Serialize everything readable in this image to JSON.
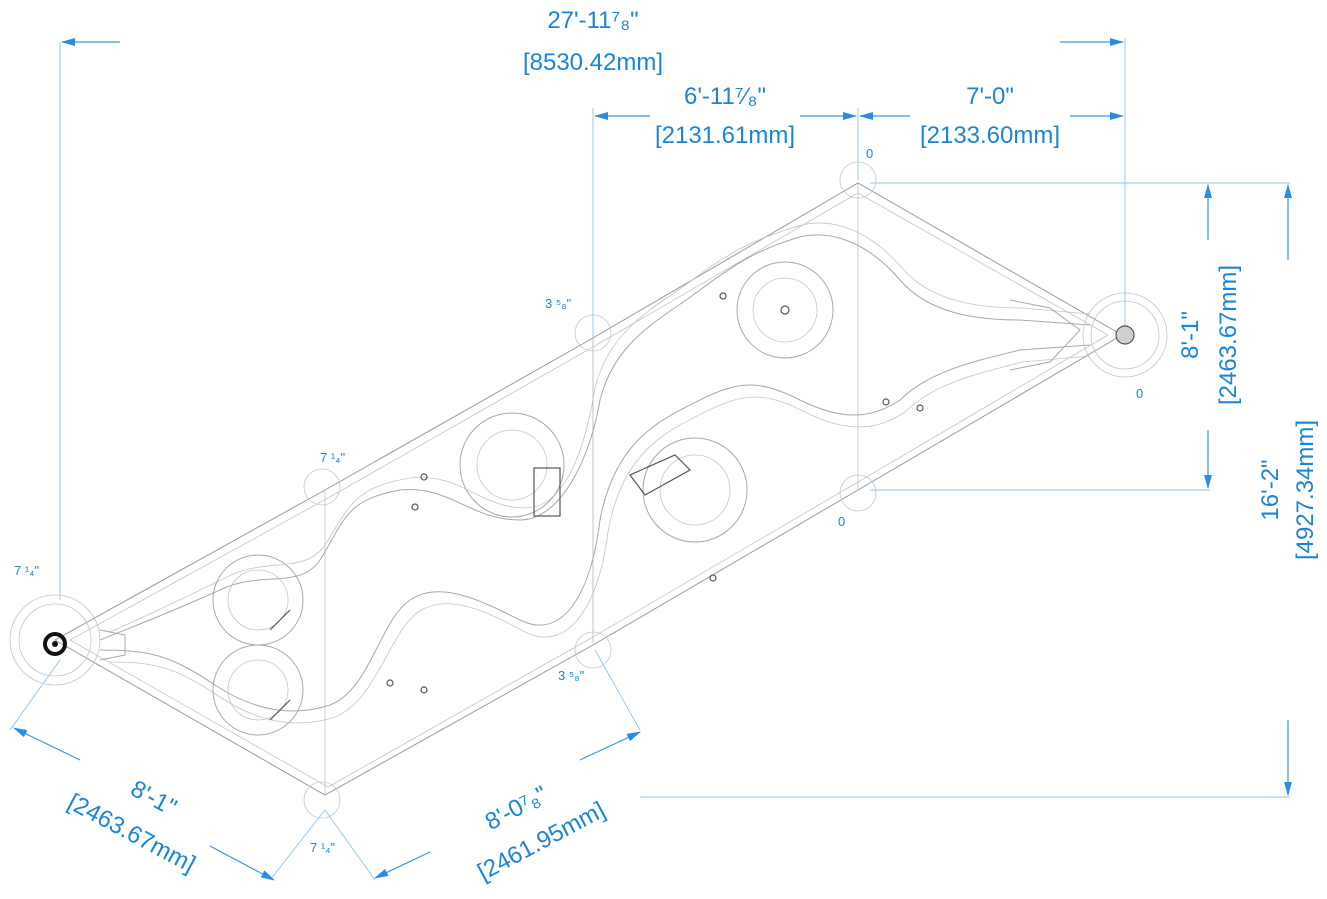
{
  "dimensions": {
    "overall_width": {
      "imperial": "27'-11⁷₈\"",
      "metric": "[8530.42mm]"
    },
    "middle_width": {
      "imperial": "6'-11⁷⁄₈\"",
      "metric": "[2131.61mm]"
    },
    "right_width": {
      "imperial": "7'-0\"",
      "metric": "[2133.60mm]"
    },
    "right_height": {
      "imperial": "8'-1\"",
      "metric": "[2463.67mm]"
    },
    "overall_height": {
      "imperial": "16'-2\"",
      "metric": "[4927.34mm]"
    },
    "left_slant": {
      "imperial": "8'-1\"",
      "metric": "[2463.67mm]"
    },
    "bottom_slant": {
      "imperial": "8'-0⁷₈\"",
      "metric": "[2461.95mm]"
    }
  },
  "offsets": {
    "top_right": "0",
    "right_end": "0",
    "bottom_right": "0",
    "upper_mid": "3 ⁵₈\"",
    "lower_mid": "3 ⁵₈\"",
    "upper_left": "7 ¹₄\"",
    "left_end": "7 ¹₄\"",
    "bottom_left": "7 ¹₄\""
  },
  "colors": {
    "dimension": "#1a85d6",
    "drawing": "#9a9a9a"
  }
}
